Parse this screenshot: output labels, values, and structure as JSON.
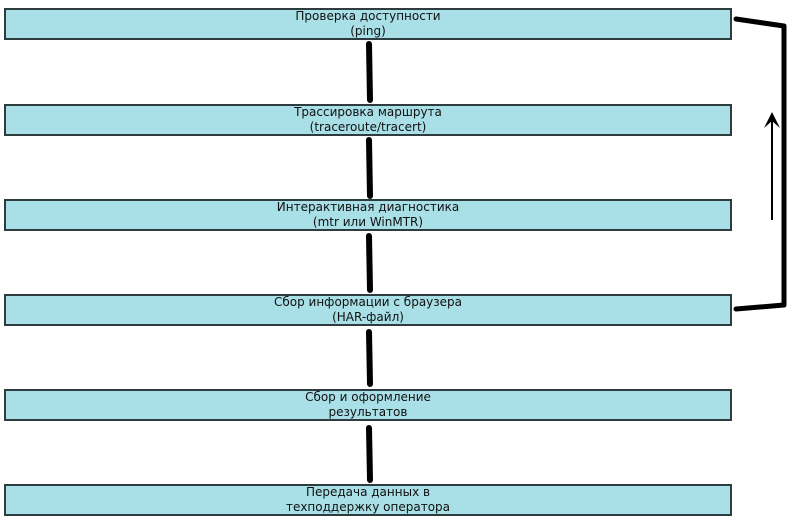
{
  "colors": {
    "box_fill": "#a9dfe6",
    "box_border": "#2e3b3f",
    "connector": "#000000",
    "background": "#ffffff"
  },
  "steps": [
    {
      "line1": "Проверка доступности",
      "line2": "(ping)"
    },
    {
      "line1": "Трассировка маршрута",
      "line2": "(traceroute/tracert)"
    },
    {
      "line1": "Интерактивная диагностика",
      "line2": "(mtr или WinMTR)"
    },
    {
      "line1": "Сбор информации с браузера",
      "line2": "(HAR-файл)"
    },
    {
      "line1": "Сбор и оформление",
      "line2": "результатов"
    },
    {
      "line1": "Передача данных в",
      "line2": "техподдержку оператора"
    }
  ],
  "loop": {
    "from_step": 4,
    "to_step": 1,
    "direction": "up"
  }
}
